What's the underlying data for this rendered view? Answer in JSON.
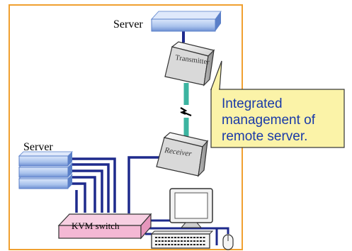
{
  "labels": {
    "server_top": "Server",
    "server_left": "Server",
    "transmitter": "Transmitter",
    "receiver": "Receiver",
    "kvm_switch": "KVM switch"
  },
  "callout": {
    "line1": "Integrated",
    "line2": "management of",
    "line3": "remote server."
  },
  "colors": {
    "frame": "#f0a030",
    "server_top": "#a8c4ec",
    "server_side": "#5a7fc8",
    "cable_blue": "#1e2a8c",
    "cable_green": "#3cb4a0",
    "kvm_fill": "#f4b8d4",
    "callout_fill": "#fbf3a8",
    "callout_text": "#1a3aa8"
  },
  "icons": {
    "break": "lightning-break-icon",
    "monitor": "monitor-icon",
    "keyboard": "keyboard-icon",
    "mouse": "mouse-icon"
  }
}
